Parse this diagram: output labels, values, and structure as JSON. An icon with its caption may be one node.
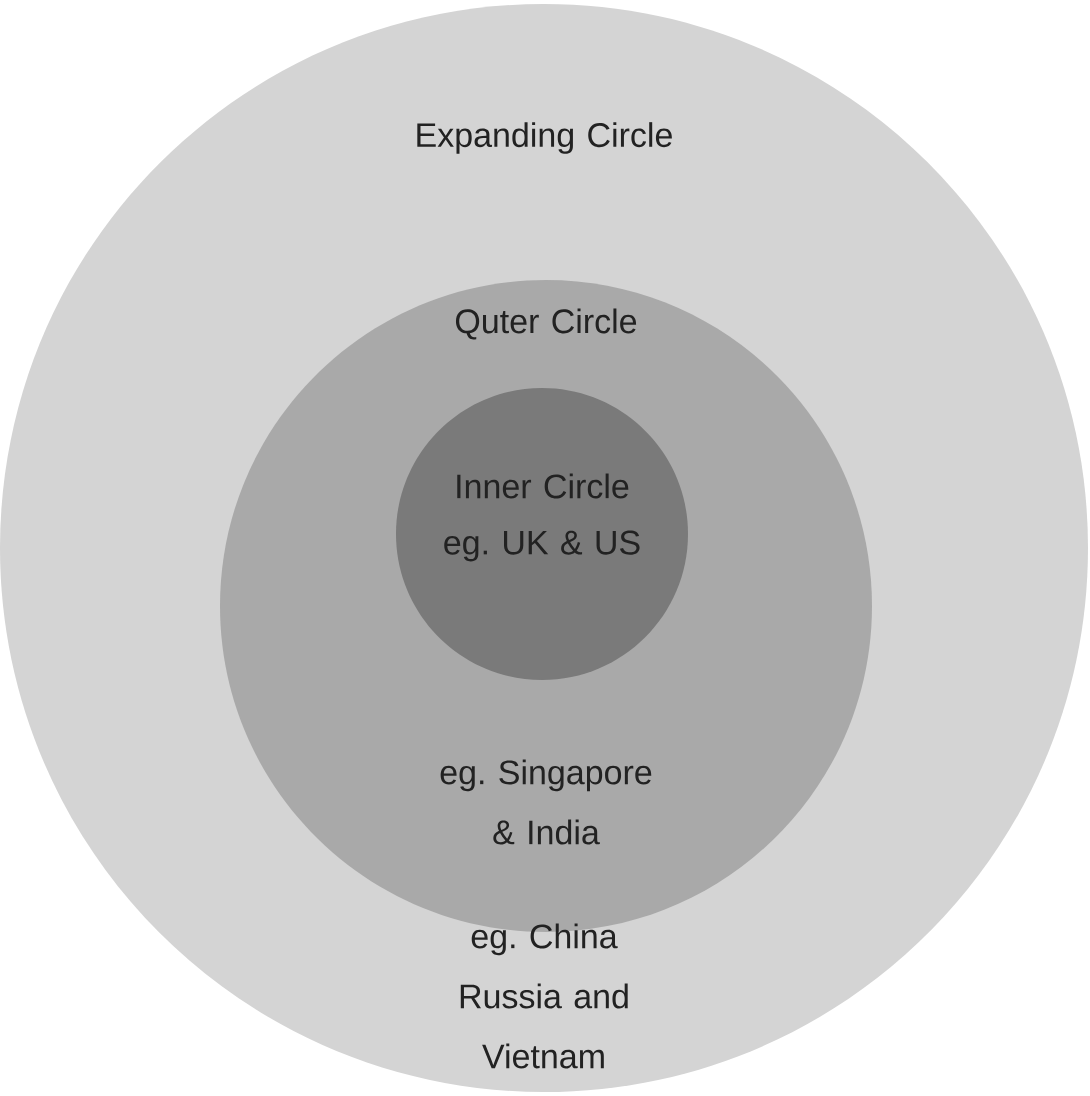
{
  "diagram": {
    "nodes": [
      {
        "text": [
          "Expanding Circle",
          "eg. China Russia and Vietnam"
        ]
      },
      {
        "text": [
          "Quter Circle",
          "eg. Singapore & India"
        ],
        "in": 0
      },
      {
        "text": [
          "Inner Circle",
          "eg. UK & US"
        ],
        "in": 1
      }
    ]
  }
}
